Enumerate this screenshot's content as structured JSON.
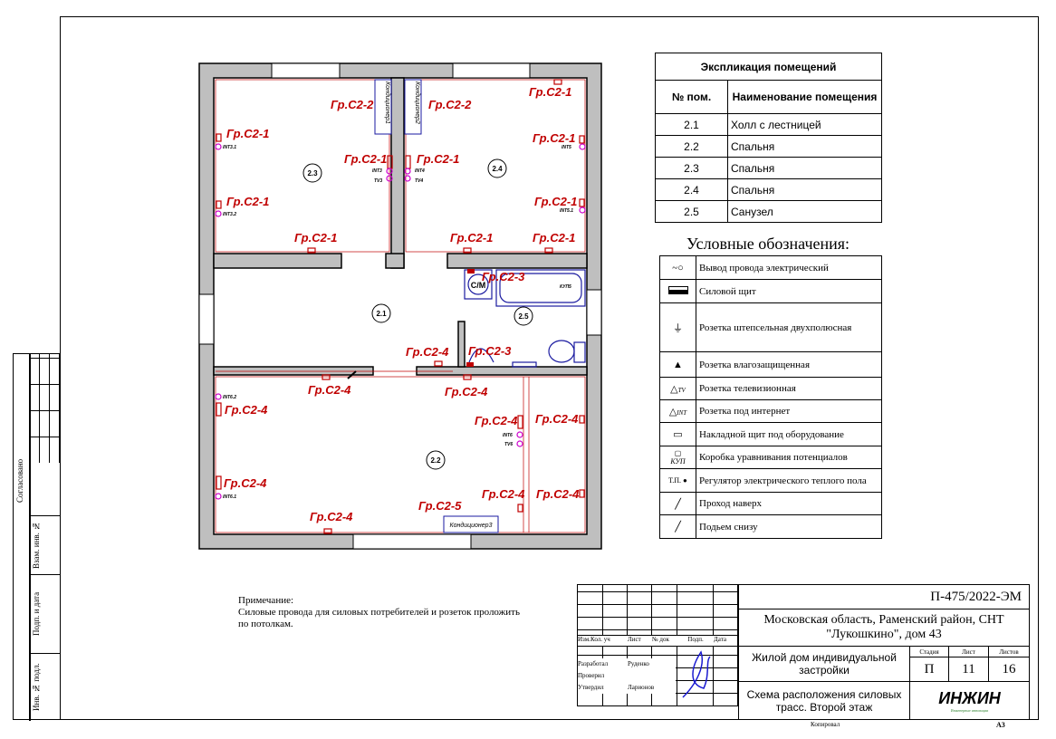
{
  "side_strip": {
    "agreed": "Согласовано",
    "replace_inv": "Взам. инв. №",
    "sign_date": "Подп. и дата",
    "inv_orig": "Инв. № подл."
  },
  "plan": {
    "rooms": [
      "2.1",
      "2.2",
      "2.3",
      "2.4",
      "2.5"
    ],
    "equipment": {
      "ac1": "Кондиционер1",
      "ac2": "Кондиционер2",
      "ac3": "Кондиционер3",
      "washer": "С/М"
    },
    "sockets": {
      "int3_1": "INT3.1",
      "int3_2": "INT3.2",
      "int3": "INT3",
      "tv3": "TV3",
      "int4": "INT4",
      "tv4": "TV4",
      "int5": "INT5",
      "int5_1": "INT5.1",
      "kup": "КУП5",
      "int6_2": "INT6.2",
      "int6_1": "INT6.1",
      "int6": "INT6",
      "tv6": "TV6"
    },
    "groups": {
      "g1": "Гр.С2-1",
      "g2": "Гр.С2-2",
      "g3": "Гр.С2-3",
      "g4": "Гр.С2-4",
      "g5": "Гр.С2-5"
    }
  },
  "explication": {
    "title": "Экспликация помещений",
    "col_num": "№ пом.",
    "col_name": "Наименование помещения",
    "rows": [
      {
        "num": "2.1",
        "name": "Холл с лестницей"
      },
      {
        "num": "2.2",
        "name": "Спальня"
      },
      {
        "num": "2.3",
        "name": "Спальня"
      },
      {
        "num": "2.4",
        "name": "Спальня"
      },
      {
        "num": "2.5",
        "name": "Санузел"
      }
    ]
  },
  "legend": {
    "title": "Условные обозначения:",
    "items": [
      {
        "icon": "wire-outlet",
        "label": "Вывод провода электрический"
      },
      {
        "icon": "power-panel",
        "label": "Силовой щит"
      },
      {
        "icon": "socket",
        "label": "Розетка штепсельная двухполюсная"
      },
      {
        "icon": "socket-waterproof",
        "label": "Розетка влагозащищенная"
      },
      {
        "icon": "socket-tv",
        "label": "Розетка телевизионная",
        "icon_text": "TV"
      },
      {
        "icon": "socket-internet",
        "label": "Розетка под интернет",
        "icon_text": "INT"
      },
      {
        "icon": "surface-panel",
        "label": "Накладной щит под оборудование"
      },
      {
        "icon": "kup-box",
        "label": "Коробка уравнивания потенциалов",
        "icon_text": "КУП"
      },
      {
        "icon": "floor-heating",
        "label": "Регулятор электрического теплого пола",
        "icon_text": "Т.П."
      },
      {
        "icon": "pass-up",
        "label": "Проход наверх"
      },
      {
        "icon": "rise-below",
        "label": "Подьем снизу"
      }
    ]
  },
  "note": {
    "title": "Примечание:",
    "text": "Силовые провода для силовых потребителей и розеток проложить по потолкам."
  },
  "title_block": {
    "code": "П-475/2022-ЭМ",
    "address": "Московская область, Раменский район, СНТ \"Лукошкино\", дом 43",
    "object": "Жилой дом индивидуальной застройки",
    "sheet_title": "Схема расположения силовых трасс. Второй этаж",
    "h_izm": "Изм.",
    "h_kol": "Кол. уч",
    "h_list": "Лист",
    "h_doc": "№ док",
    "h_sign": "Подп.",
    "h_date": "Дата",
    "r_dev": "Разработал",
    "n_dev": "Руденко",
    "r_chk": "Проверил",
    "r_appr": "Утвердил",
    "n_appr": "Ларионов",
    "stage_h": "Стадия",
    "sheet_h": "Лист",
    "sheets_h": "Листов",
    "stage": "П",
    "sheet": "11",
    "sheets": "16",
    "logo": "ИНЖИН",
    "logo_sub": "Инженерные инновации",
    "copied": "Копировал",
    "format": "А3"
  }
}
